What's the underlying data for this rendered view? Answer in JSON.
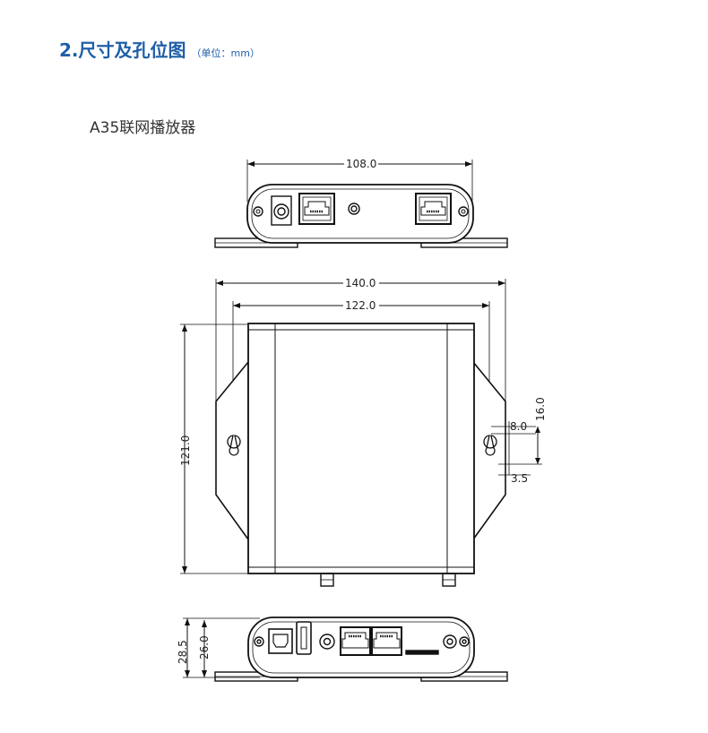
{
  "header": {
    "title": "2.尺寸及孔位图",
    "unit": "（单位：mm）"
  },
  "product": {
    "name": "A35联网播放器"
  },
  "dimensions": {
    "top_width": "108.0",
    "overall_width": "140.0",
    "inner_width": "122.0",
    "depth": "121.0",
    "hole_width": "8.0",
    "hole_height": "16.0",
    "hole_offset": "3.5",
    "height_total": "28.5",
    "height_body": "26.0"
  }
}
